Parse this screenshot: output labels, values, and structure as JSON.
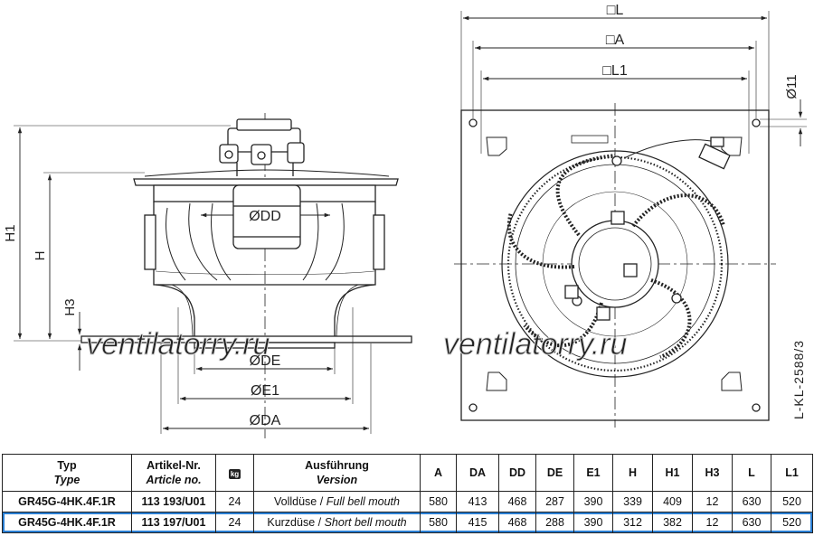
{
  "side_view": {
    "labels": {
      "H1": "H1",
      "H": "H",
      "H3": "H3",
      "DD": "ØDD",
      "DE": "ØDE",
      "E1": "ØE1",
      "DA": "ØDA"
    }
  },
  "front_view": {
    "labels": {
      "L": "□L",
      "A": "□A",
      "L1": "□L1",
      "hole": "Ø11"
    }
  },
  "drawing_code": "L-KL-2588/3",
  "watermark": "ventilatorry.ru",
  "table": {
    "headers": [
      {
        "de": "Typ",
        "en": "Type"
      },
      {
        "de": "Artikel-Nr.",
        "en": "Article no."
      },
      {
        "icon": "weight-kg-icon",
        "text": "kg"
      },
      {
        "de": "Ausführung",
        "en": "Version"
      },
      {
        "de": "A"
      },
      {
        "de": "DA"
      },
      {
        "de": "DD"
      },
      {
        "de": "DE"
      },
      {
        "de": "E1"
      },
      {
        "de": "H"
      },
      {
        "de": "H1"
      },
      {
        "de": "H3"
      },
      {
        "de": "L"
      },
      {
        "de": "L1"
      }
    ],
    "rows": [
      {
        "type": "GR45G-4HK.4F.1R",
        "article": "113 193/U01",
        "weight": "24",
        "version_de": "Volldüse / ",
        "version_en": "Full bell mouth",
        "A": "580",
        "DA": "413",
        "DD": "468",
        "DE": "287",
        "E1": "390",
        "H": "339",
        "H1": "409",
        "H3": "12",
        "L": "630",
        "L1": "520"
      },
      {
        "type": "GR45G-4HK.4F.1R",
        "article": "113 197/U01",
        "weight": "24",
        "version_de": "Kurzdüse / ",
        "version_en": "Short bell mouth",
        "A": "580",
        "DA": "415",
        "DD": "468",
        "DE": "288",
        "E1": "390",
        "H": "312",
        "H1": "382",
        "H3": "12",
        "L": "630",
        "L1": "520",
        "highlighted": true
      }
    ]
  },
  "colors": {
    "line": "#222222",
    "highlight": "#2a7fd4",
    "watermark": "#d9d9d9"
  }
}
